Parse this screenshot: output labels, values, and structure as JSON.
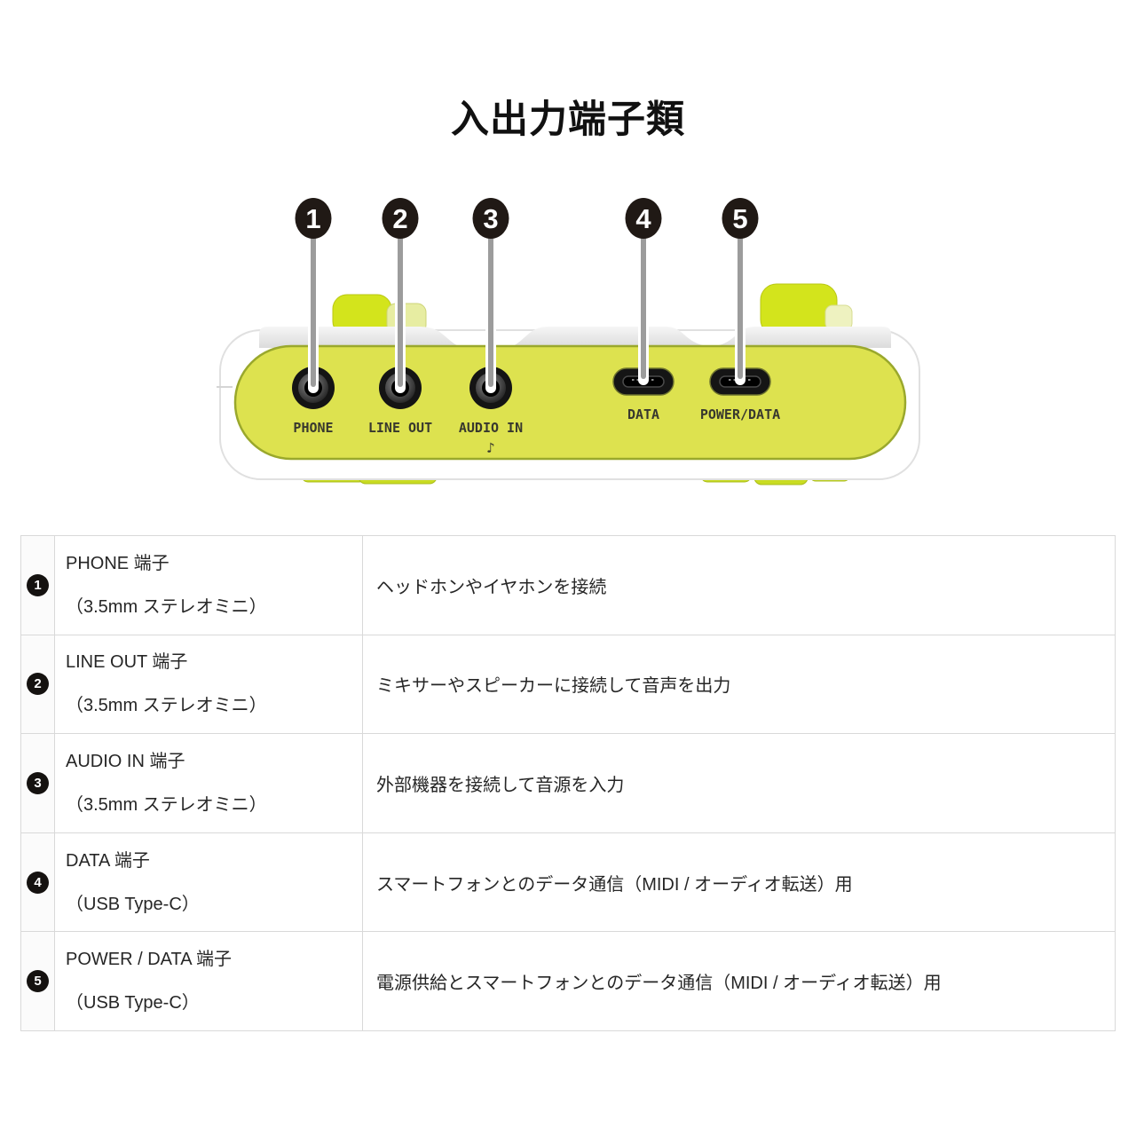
{
  "title": "入出力端子類",
  "diagram": {
    "ports": [
      {
        "number": "1",
        "label": "PHONE"
      },
      {
        "number": "2",
        "label": "LINE OUT"
      },
      {
        "number": "3",
        "label": "AUDIO IN",
        "note": "♪"
      },
      {
        "number": "4",
        "label": "DATA"
      },
      {
        "number": "5",
        "label": "POWER/DATA"
      }
    ]
  },
  "table": {
    "rows": [
      {
        "number": "1",
        "name": "PHONE 端子",
        "spec": "（3.5mm ステレオミニ）",
        "desc": "ヘッドホンやイヤホンを接続"
      },
      {
        "number": "2",
        "name": "LINE OUT 端子",
        "spec": "（3.5mm ステレオミニ）",
        "desc": "ミキサーやスピーカーに接続して音声を出力"
      },
      {
        "number": "3",
        "name": "AUDIO IN 端子",
        "spec": "（3.5mm ステレオミニ）",
        "desc": "外部機器を接続して音源を入力"
      },
      {
        "number": "4",
        "name": "DATA 端子",
        "spec": "（USB Type-C）",
        "desc": "スマートフォンとのデータ通信（MIDI / オーディオ転送）用"
      },
      {
        "number": "5",
        "name": "POWER / DATA 端子",
        "spec": "（USB Type-C）",
        "desc": "電源供給とスマートフォンとのデータ通信（MIDI / オーディオ転送）用"
      }
    ]
  },
  "colors": {
    "panel_green": "#dde24f",
    "panel_border": "#9aa82c",
    "knob_green": "#d3e41c",
    "badge_black": "#201915",
    "leader_gray": "#9c9c9c",
    "table_border": "#d9d9d9",
    "text": "#262626"
  }
}
